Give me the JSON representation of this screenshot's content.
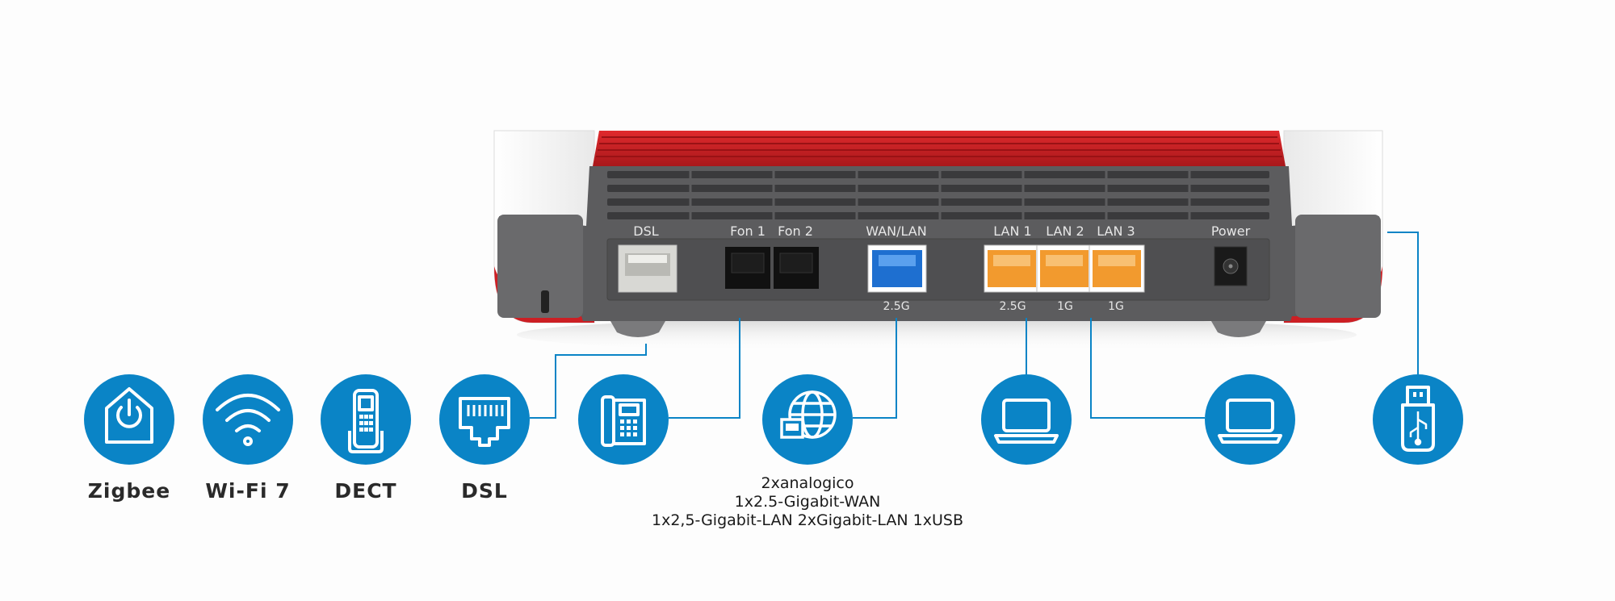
{
  "colors": {
    "accent_blue": "#0a84c6",
    "brand_red": "#cc1f24",
    "port_blue": "#1e6fd0",
    "port_orange": "#f29a2e",
    "port_grey": "#d8d8d4",
    "device_body": "#5c5c5e"
  },
  "router": {
    "port_labels": {
      "dsl": "DSL",
      "fon1": "Fon 1",
      "fon2": "Fon 2",
      "wanlan": "WAN/LAN",
      "lan1": "LAN 1",
      "lan2": "LAN 2",
      "lan3": "LAN 3",
      "power": "Power"
    },
    "speed_labels": {
      "wanlan": "2.5G",
      "lan1": "2.5G",
      "lan2": "1G",
      "lan3": "1G"
    }
  },
  "features": [
    {
      "label": "Zigbee",
      "icon": "smart-home-power-icon"
    },
    {
      "label": "Wi-Fi 7",
      "icon": "wifi-icon"
    },
    {
      "label": "DECT",
      "icon": "dect-phone-icon"
    },
    {
      "label": "DSL",
      "icon": "ethernet-port-icon"
    }
  ],
  "connection_icons": [
    "desk-phone-icon",
    "globe-network-icon",
    "laptop-icon",
    "laptop-icon",
    "usb-stick-icon"
  ],
  "caption": {
    "line1": "2xanalogico",
    "line2": "1x2.5-Gigabit-WAN",
    "line3": "1x2,5-Gigabit-LAN 2xGigabit-LAN 1xUSB"
  }
}
